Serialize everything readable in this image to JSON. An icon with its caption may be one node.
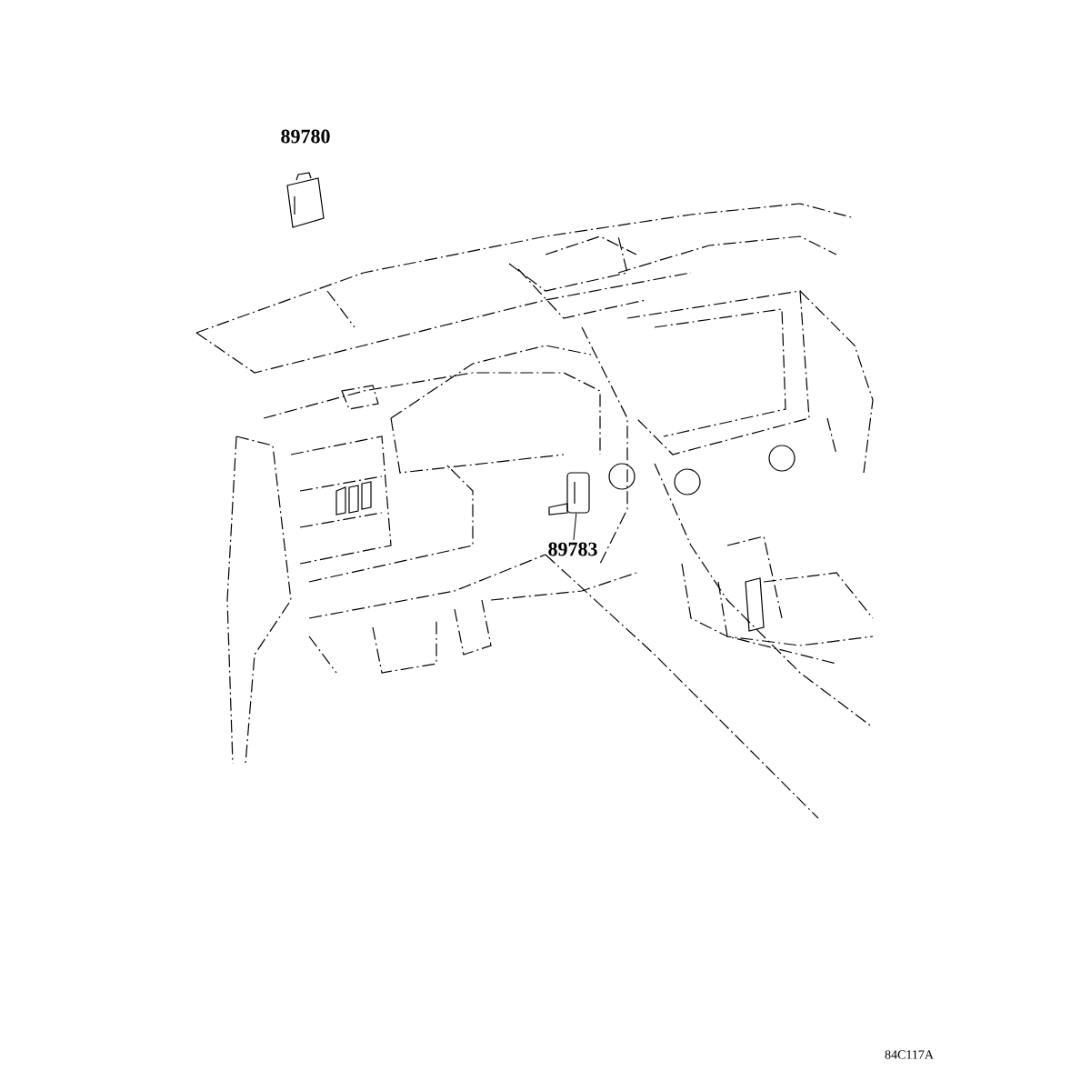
{
  "diagram": {
    "nodes": [
      {
        "text": [
          "89783"
        ]
      },
      {
        "text": [],
        "shape": "picture"
      }
    ],
    "edges": [
      {
        "from": 0,
        "to": 1,
        "arrow": "none"
      }
    ],
    "labels": [
      "89780",
      "84C117A"
    ]
  }
}
